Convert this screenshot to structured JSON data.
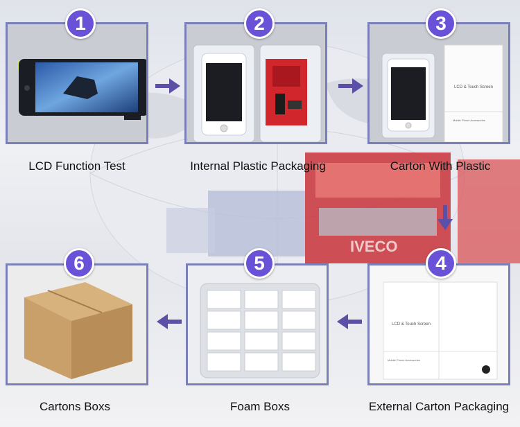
{
  "steps": [
    {
      "number": "1",
      "caption": "LCD Function Test"
    },
    {
      "number": "2",
      "caption": "Internal Plastic Packaging"
    },
    {
      "number": "3",
      "caption": "Carton With Plastic"
    },
    {
      "number": "4",
      "caption": "External Carton Packaging"
    },
    {
      "number": "5",
      "caption": "Foam Boxs"
    },
    {
      "number": "6",
      "caption": "Cartons Boxs"
    }
  ],
  "box_print": {
    "title": "LCD & Touch Screen",
    "subtitle": "Mobile Phone Accessories"
  },
  "truck_text": "IVECO",
  "colors": {
    "badge": "#6a52d8",
    "arrow": "#5b4fa8",
    "panel_border": "#7b7fb8"
  }
}
